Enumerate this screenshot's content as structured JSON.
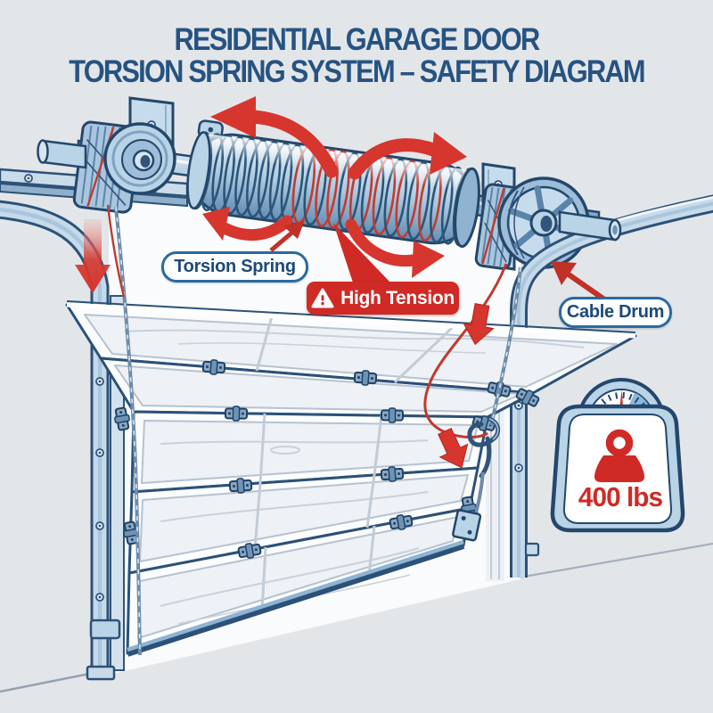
{
  "title": {
    "line1": "RESIDENTIAL GARAGE DOOR",
    "line2": "TORSION SPRING SYSTEM – SAFETY DIAGRAM"
  },
  "callouts": {
    "torsion_spring": {
      "label": "Torsion Spring"
    },
    "high_tension": {
      "label": "High Tension",
      "icon": "warning-triangle-icon"
    },
    "cable_drum": {
      "label": "Cable Drum"
    }
  },
  "weight_badge": {
    "value": "400 lbs",
    "gauge_icon": "scale-gauge-icon",
    "weight_icon": "kettlebell-weight-icon"
  },
  "colors": {
    "background": "#e3e6e9",
    "title_blue": "#265381",
    "label_blue": "#1c4a7a",
    "label_border": "#2a6ba0",
    "alert_red": "#cf2a26",
    "arrow_red": "#d6362e",
    "steel_blue": "#a9c6de",
    "outline_navy": "#24476b",
    "wall_white": "#fafbfc"
  }
}
